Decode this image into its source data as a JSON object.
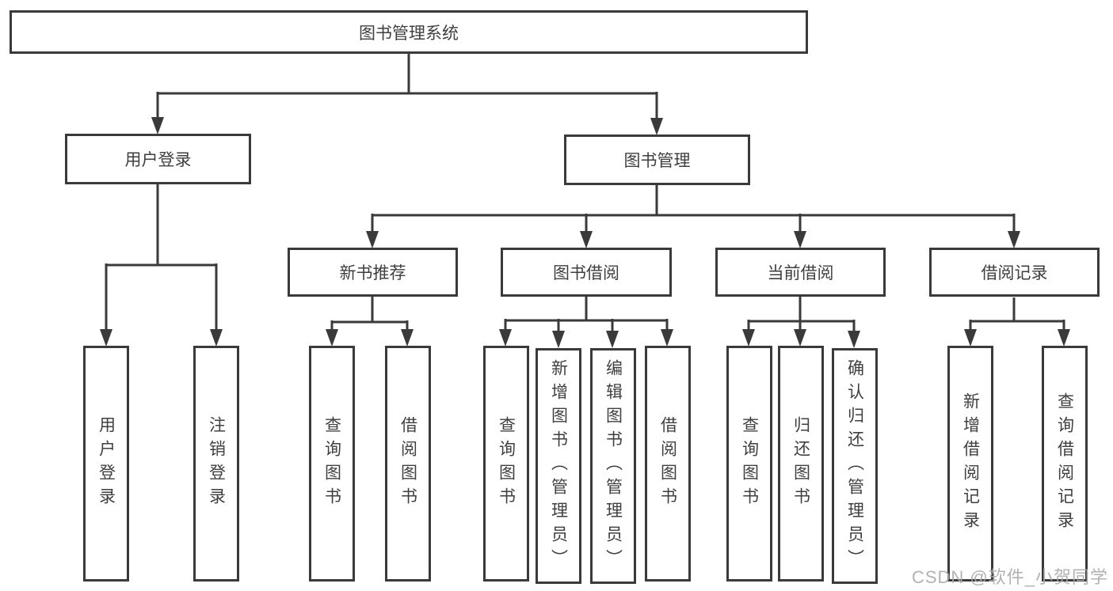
{
  "colors": {
    "line": "#3a3a3a",
    "box_border": "#3a3a3a",
    "text": "#3f3f3f",
    "background": "#ffffff",
    "watermark": "#aaaaaa"
  },
  "watermark": {
    "text": "CSDN @软件_小贺同学"
  },
  "tree": {
    "root": "图书管理系统",
    "children": [
      {
        "label": "用户登录",
        "children": [
          "用户登录",
          "注销登录"
        ]
      },
      {
        "label": "图书管理",
        "children": [
          {
            "label": "新书推荐",
            "children": [
              "查询图书",
              "借阅图书"
            ]
          },
          {
            "label": "图书借阅",
            "children": [
              "查询图书",
              "新增图书（管理员）",
              "编辑图书（管理员）",
              "借阅图书"
            ]
          },
          {
            "label": "当前借阅",
            "children": [
              "查询图书",
              "归还图书",
              "确认归还（管理员）"
            ]
          },
          {
            "label": "借阅记录",
            "children": [
              "新增借阅记录",
              "查询借阅记录"
            ]
          }
        ]
      }
    ]
  }
}
